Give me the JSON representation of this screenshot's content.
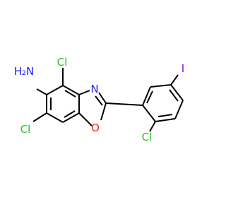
{
  "molecule": {
    "atoms": [
      {
        "id": "cl_top",
        "label": "Cl",
        "color": "#1ec81e"
      },
      {
        "id": "n_amine",
        "label": "H₂N",
        "color": "#2020ff"
      },
      {
        "id": "n_ring",
        "label": "N",
        "color": "#2020ff"
      },
      {
        "id": "o_ring",
        "label": "O",
        "color": "#ff2020"
      },
      {
        "id": "cl_left",
        "label": "Cl",
        "color": "#1ec81e"
      },
      {
        "id": "cl_bottom",
        "label": "Cl",
        "color": "#1ec81e"
      },
      {
        "id": "i_atom",
        "label": "I",
        "color": "#9400d3"
      }
    ],
    "bond_color": "#000000"
  }
}
